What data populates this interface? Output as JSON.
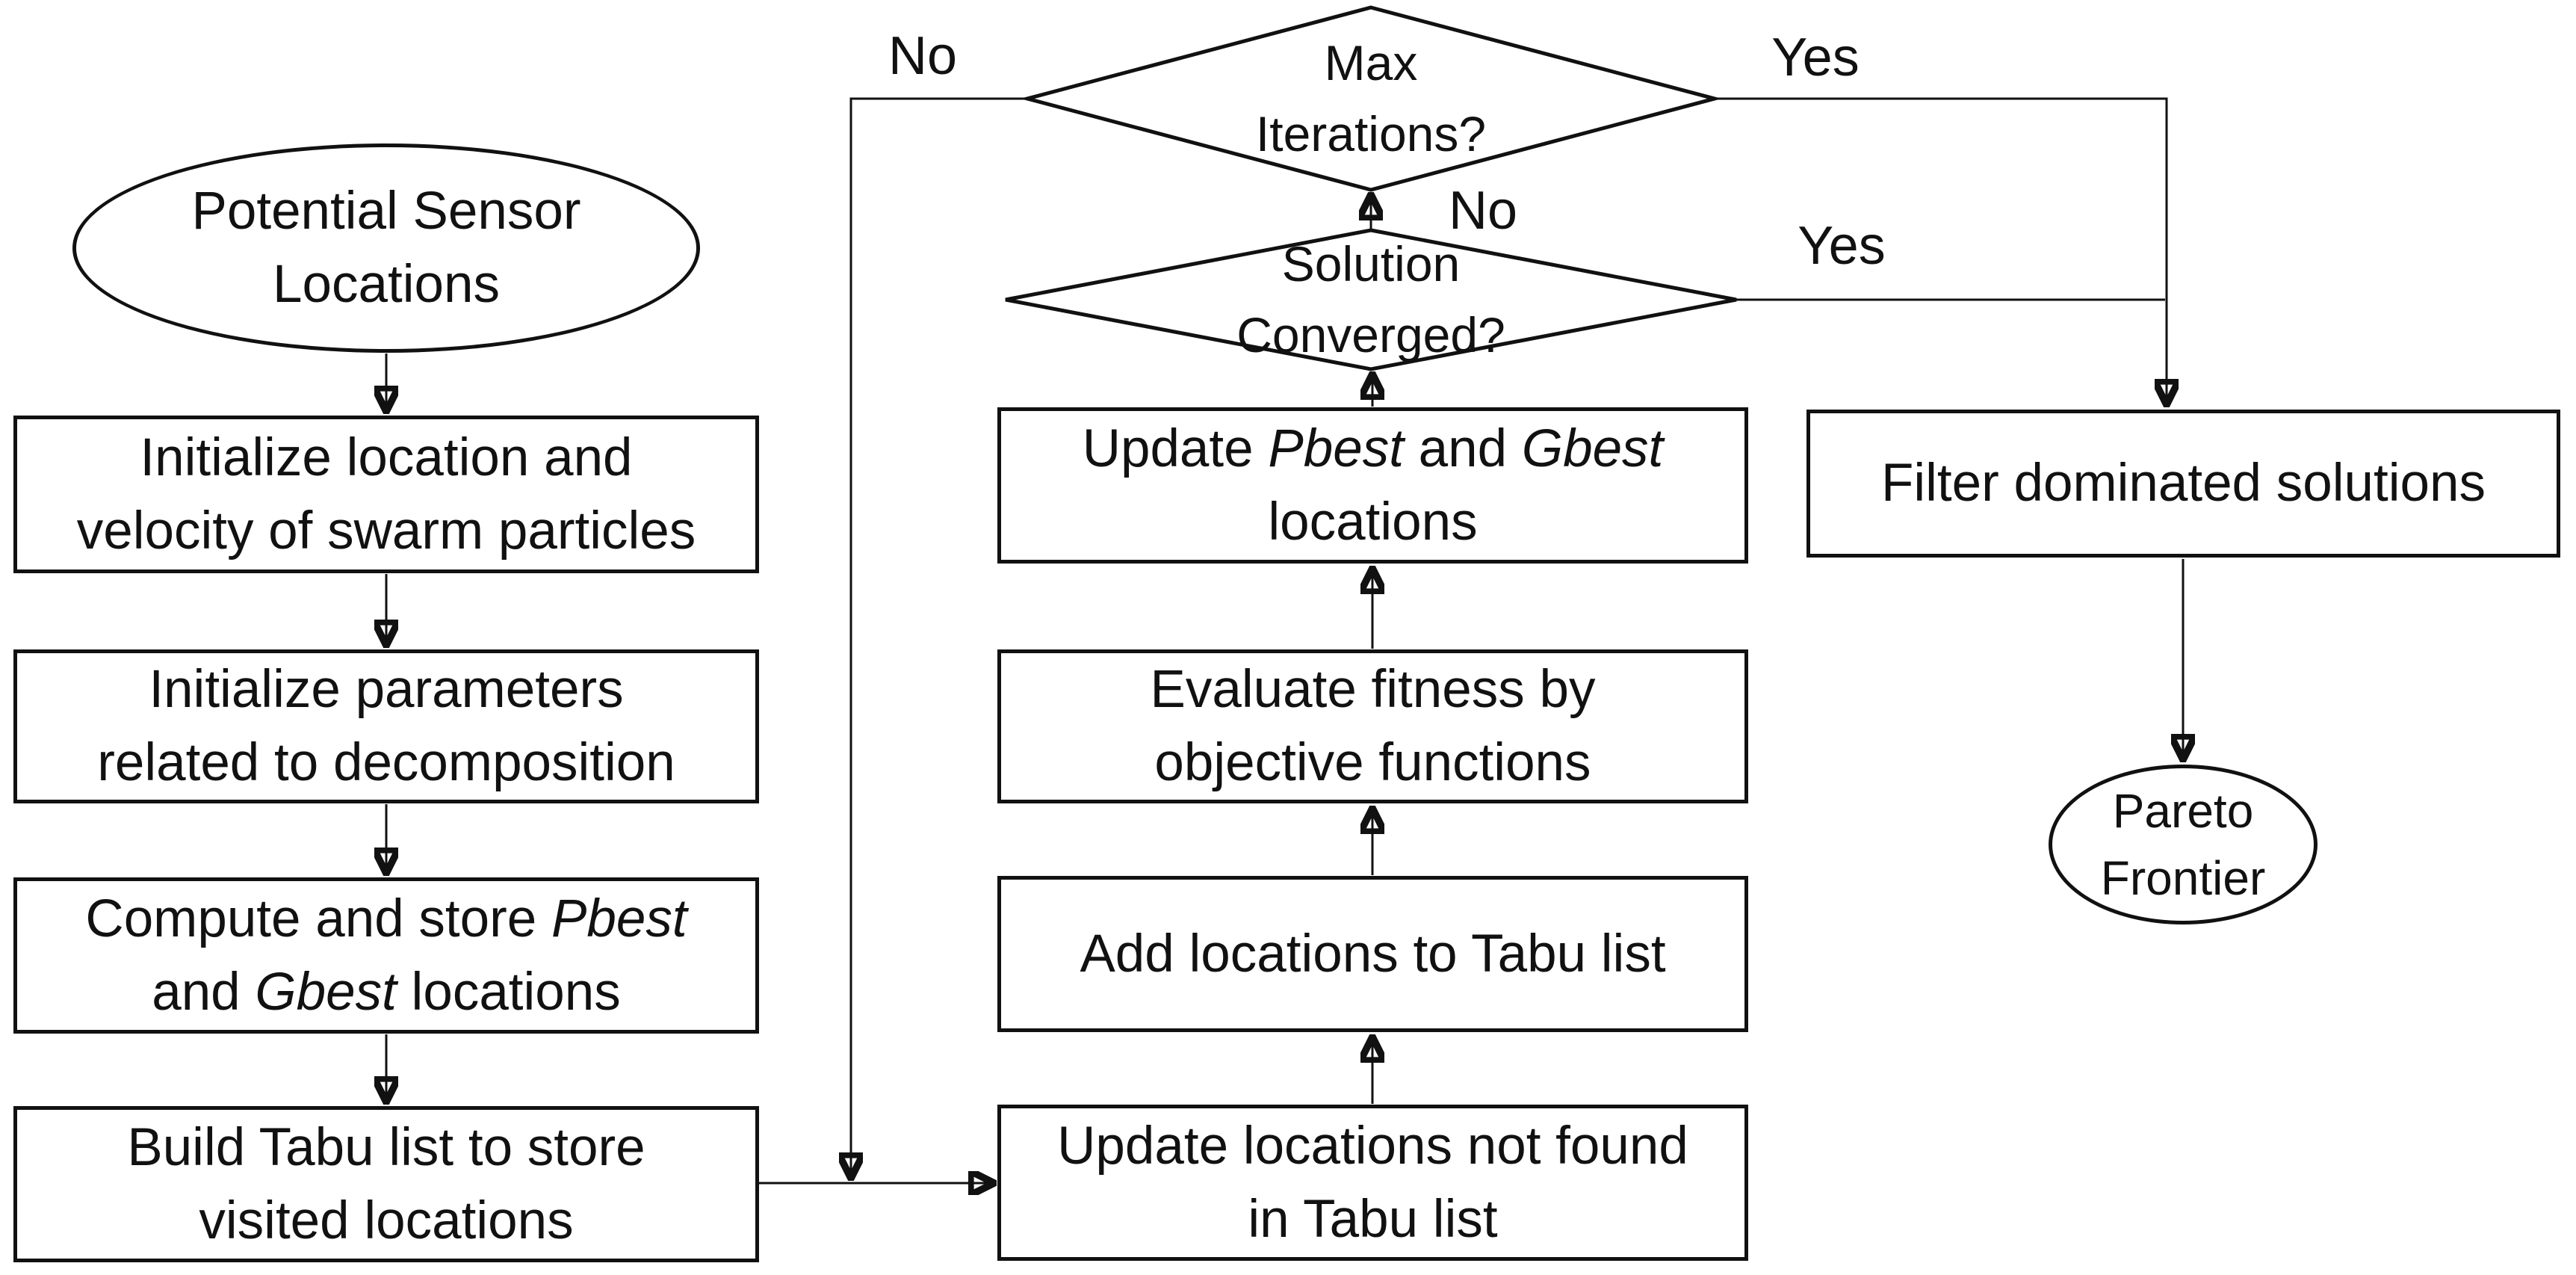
{
  "colors": {
    "background": "#ffffff",
    "stroke": "#111111",
    "text": "#111111"
  },
  "nodes": {
    "potential_sensor_locations": {
      "shape": "ellipse",
      "label_html": "Potential Sensor<br>Locations"
    },
    "initialize_location_velocity": {
      "shape": "process",
      "label_html": "Initialize location and<br>velocity of swarm particles"
    },
    "initialize_parameters": {
      "shape": "process",
      "label_html": "Initialize parameters<br>related to decomposition"
    },
    "compute_store_pbest_gbest": {
      "shape": "process",
      "label_html": "Compute and store <i>Pbest</i><br>and <i>Gbest</i> locations"
    },
    "build_tabu_list": {
      "shape": "process",
      "label_html": "Build Tabu list to store<br>visited locations"
    },
    "update_locations_not_found": {
      "shape": "process",
      "label_html": "Update locations not found<br>in Tabu list"
    },
    "add_locations_tabu": {
      "shape": "process",
      "label_html": "Add locations to Tabu list"
    },
    "evaluate_fitness": {
      "shape": "process",
      "label_html": "Evaluate fitness by<br>objective functions"
    },
    "update_pbest_gbest": {
      "shape": "process",
      "label_html": "Update <i>Pbest</i> and <i>Gbest</i><br>locations"
    },
    "max_iterations": {
      "shape": "decision",
      "label_html": "Max<br>Iterations?"
    },
    "solution_converged": {
      "shape": "decision",
      "label_html": "Solution<br>Converged?"
    },
    "filter_dominated": {
      "shape": "process",
      "label_html": "Filter dominated solutions"
    },
    "pareto_frontier": {
      "shape": "ellipse",
      "label_html": "Pareto<br>Frontier"
    }
  },
  "edge_labels": {
    "max_iterations_no": "No",
    "max_iterations_yes": "Yes",
    "solution_converged_no": "No",
    "solution_converged_yes": "Yes"
  }
}
